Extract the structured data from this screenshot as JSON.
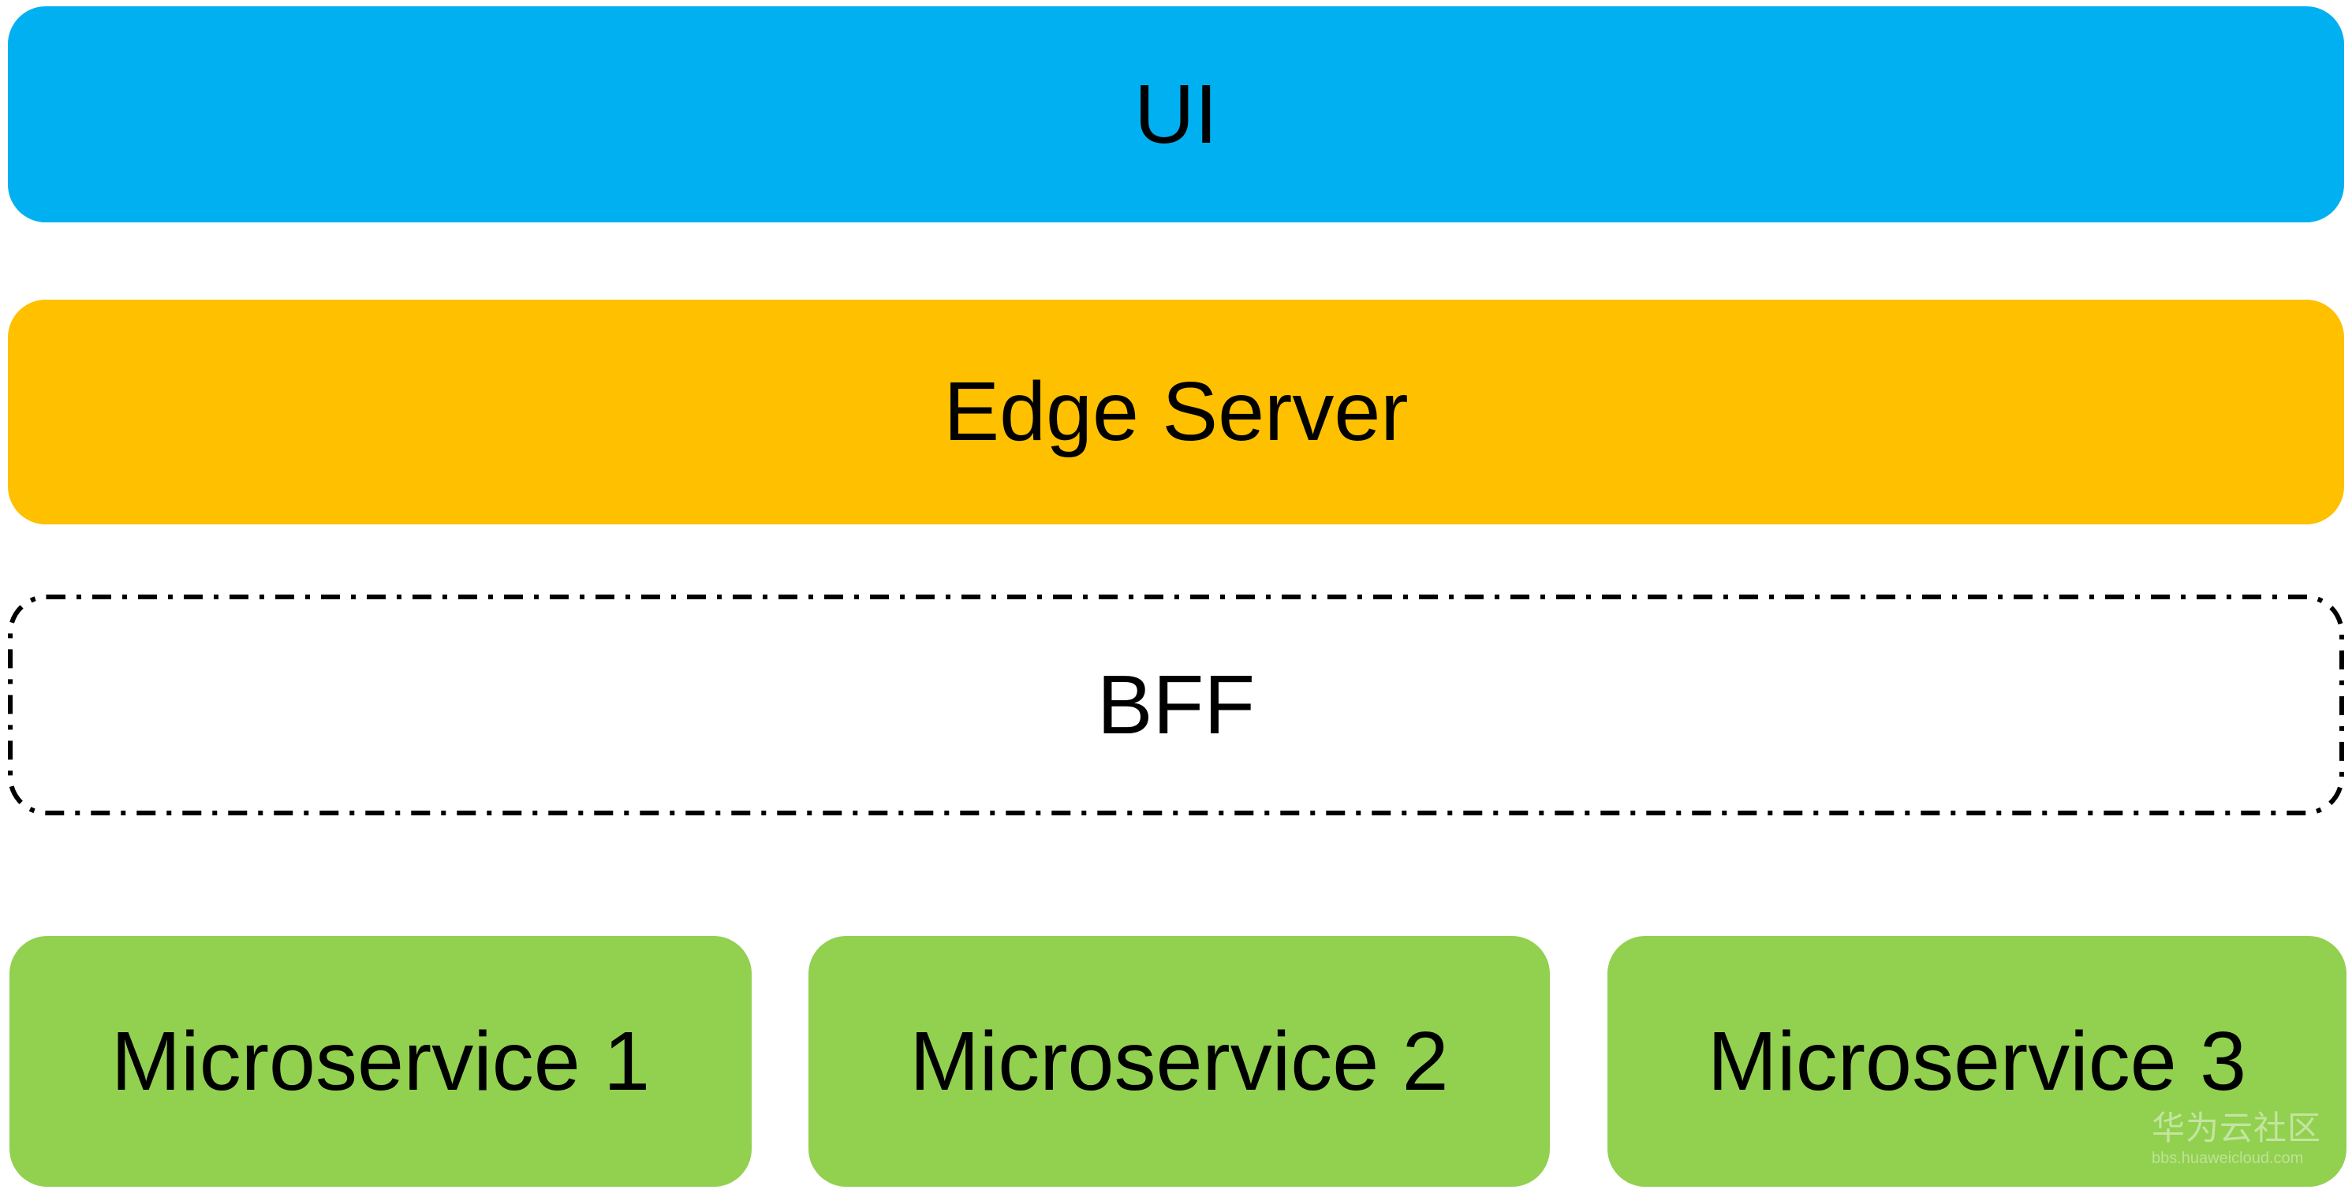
{
  "diagram": {
    "ui_layer": {
      "label": "UI",
      "color": "#00B0F0"
    },
    "edge_layer": {
      "label": "Edge Server",
      "color": "#FFC000"
    },
    "bff_layer": {
      "label": "BFF",
      "fill": "#FFFFFF",
      "border_color": "#000000",
      "border_style": "dash-dot"
    },
    "microservices": [
      {
        "label": "Microservice 1",
        "color": "#92D050"
      },
      {
        "label": "Microservice 2",
        "color": "#92D050"
      },
      {
        "label": "Microservice 3",
        "color": "#92D050"
      }
    ],
    "text_color": "#000000"
  },
  "watermark": {
    "community": "华为云社区",
    "site": "bbs.huaweicloud.com"
  }
}
